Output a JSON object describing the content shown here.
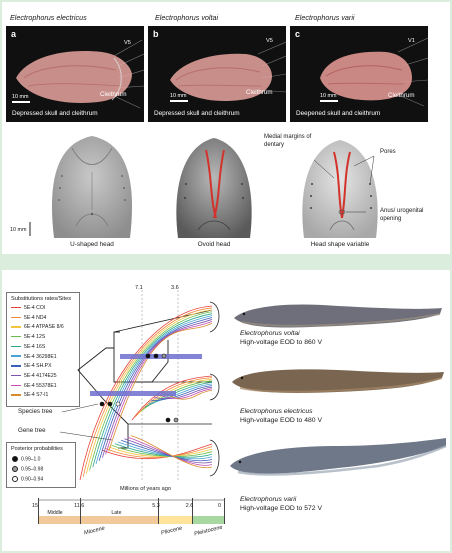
{
  "top_panel": {
    "species": [
      "Electrophorus electricus",
      "Electrophorus voltai",
      "Electrophorus varii"
    ],
    "xrays": [
      {
        "letter": "a",
        "caption": "Depressed skull and cleithrum",
        "vertebra": "V5",
        "scale": "10 mm",
        "cleithrum": "Cleithrum"
      },
      {
        "letter": "b",
        "caption": "Depressed skull and cleithrum",
        "vertebra": "V5",
        "scale": "10 mm",
        "cleithrum": "Cleithrum"
      },
      {
        "letter": "c",
        "caption": "Deepened skull and cleithrum",
        "vertebra": "V1",
        "scale": "10 mm",
        "cleithrum": "Cleithrum"
      }
    ],
    "heads": [
      {
        "caption": "U-shaped head"
      },
      {
        "caption": "Ovoid head"
      },
      {
        "caption": "Head shape variable"
      }
    ],
    "annotations": {
      "medial": "Medial margins of dentary",
      "pores": "Pores",
      "anus": "Anus/ urogenital opening",
      "scale": "10 mm"
    }
  },
  "bottom_panel": {
    "legend_title": "Substitutions rates/Sites",
    "legend": [
      {
        "label": "5E-4 COI",
        "color": "#e8413a"
      },
      {
        "label": "5E-4 ND4",
        "color": "#f08a3c"
      },
      {
        "label": "6E-4 ATPASE 8/6",
        "color": "#f3c541"
      },
      {
        "label": "5E-4 12S",
        "color": "#6bbf4e"
      },
      {
        "label": "5E-4 16S",
        "color": "#2aa889"
      },
      {
        "label": "5E-4 36298E1",
        "color": "#4aa3d8"
      },
      {
        "label": "5E-4 SH.PX",
        "color": "#3b5fb8"
      },
      {
        "label": "5E-4 4174E25",
        "color": "#7a53b0"
      },
      {
        "label": "6E-4 55378E1",
        "color": "#c04fb0"
      },
      {
        "label": "5E-4 S7-I1",
        "color": "#d98b2b"
      }
    ],
    "species_tree_label": "Species tree",
    "gene_tree_label": "Gene tree",
    "node_ages": [
      "7.1",
      "3.6"
    ],
    "posterior_title": "Posterior probabilities",
    "posterior": [
      {
        "label": "0.99–1.0",
        "fill": "#111111"
      },
      {
        "label": "0.95–0.98",
        "fill": "#999999"
      },
      {
        "label": "0.90–0.94",
        "fill": "#ffffff"
      }
    ],
    "axis_label": "Millions of years ago",
    "ticks": [
      "15",
      "11.6",
      "5.3",
      "2.6",
      "0"
    ],
    "periods": [
      "Middle",
      "Late"
    ],
    "epochs": [
      {
        "name": "Miocene",
        "color": "#f2c99a"
      },
      {
        "name": "Pliocene",
        "color": "#fde49a"
      },
      {
        "name": "Pleistocene",
        "color": "#a8d8a0"
      }
    ],
    "fish": [
      {
        "species": "Electrophorus voltai",
        "eod": "High-voltage EOD to 860 V"
      },
      {
        "species": "Electrophorus electricus",
        "eod": "High-voltage EOD to 480 V"
      },
      {
        "species": "Electrophorus varii",
        "eod": "High-voltage EOD to 572 V"
      }
    ]
  }
}
